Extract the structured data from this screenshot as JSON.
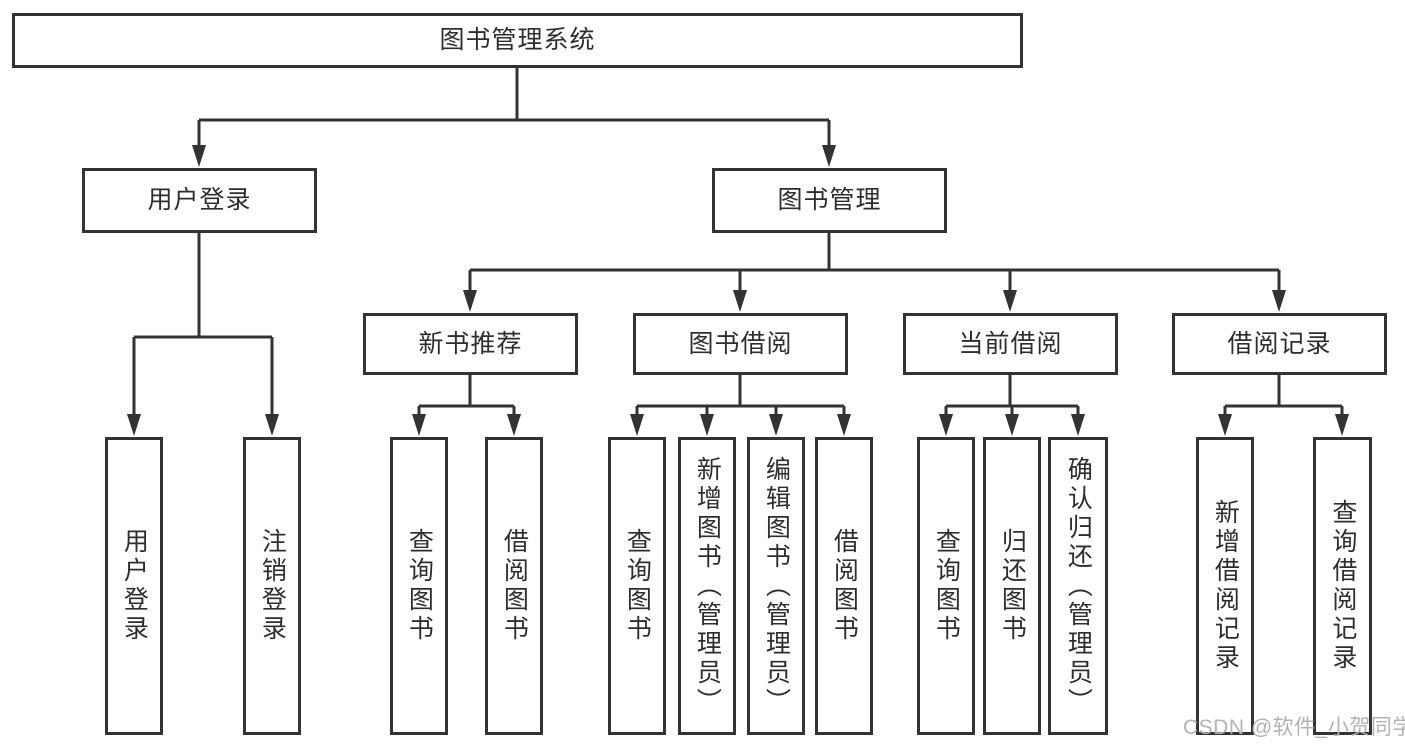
{
  "diagram": {
    "type": "hierarchy-tree",
    "tree": {
      "label": "图书管理系统",
      "children": [
        {
          "label": "用户登录",
          "children": [
            {
              "label": "用户登录"
            },
            {
              "label": "注销登录"
            }
          ]
        },
        {
          "label": "图书管理",
          "children": [
            {
              "label": "新书推荐",
              "children": [
                {
                  "label": "查询图书"
                },
                {
                  "label": "借阅图书"
                }
              ]
            },
            {
              "label": "图书借阅",
              "children": [
                {
                  "label": "查询图书"
                },
                {
                  "label": "新增图书（管理员）"
                },
                {
                  "label": "编辑图书（管理员）"
                },
                {
                  "label": "借阅图书"
                }
              ]
            },
            {
              "label": "当前借阅",
              "children": [
                {
                  "label": "查询图书"
                },
                {
                  "label": "归还图书"
                },
                {
                  "label": "确认归还（管理员）"
                }
              ]
            },
            {
              "label": "借阅记录",
              "children": [
                {
                  "label": "新增借阅记录"
                },
                {
                  "label": "查询借阅记录"
                }
              ]
            }
          ]
        }
      ]
    },
    "watermark": "CSDN @软件_小贺同学",
    "colors": {
      "line": "#333333",
      "text": "#2e2e2e",
      "background": "#ffffff",
      "watermark": "#b3b3b3"
    }
  }
}
